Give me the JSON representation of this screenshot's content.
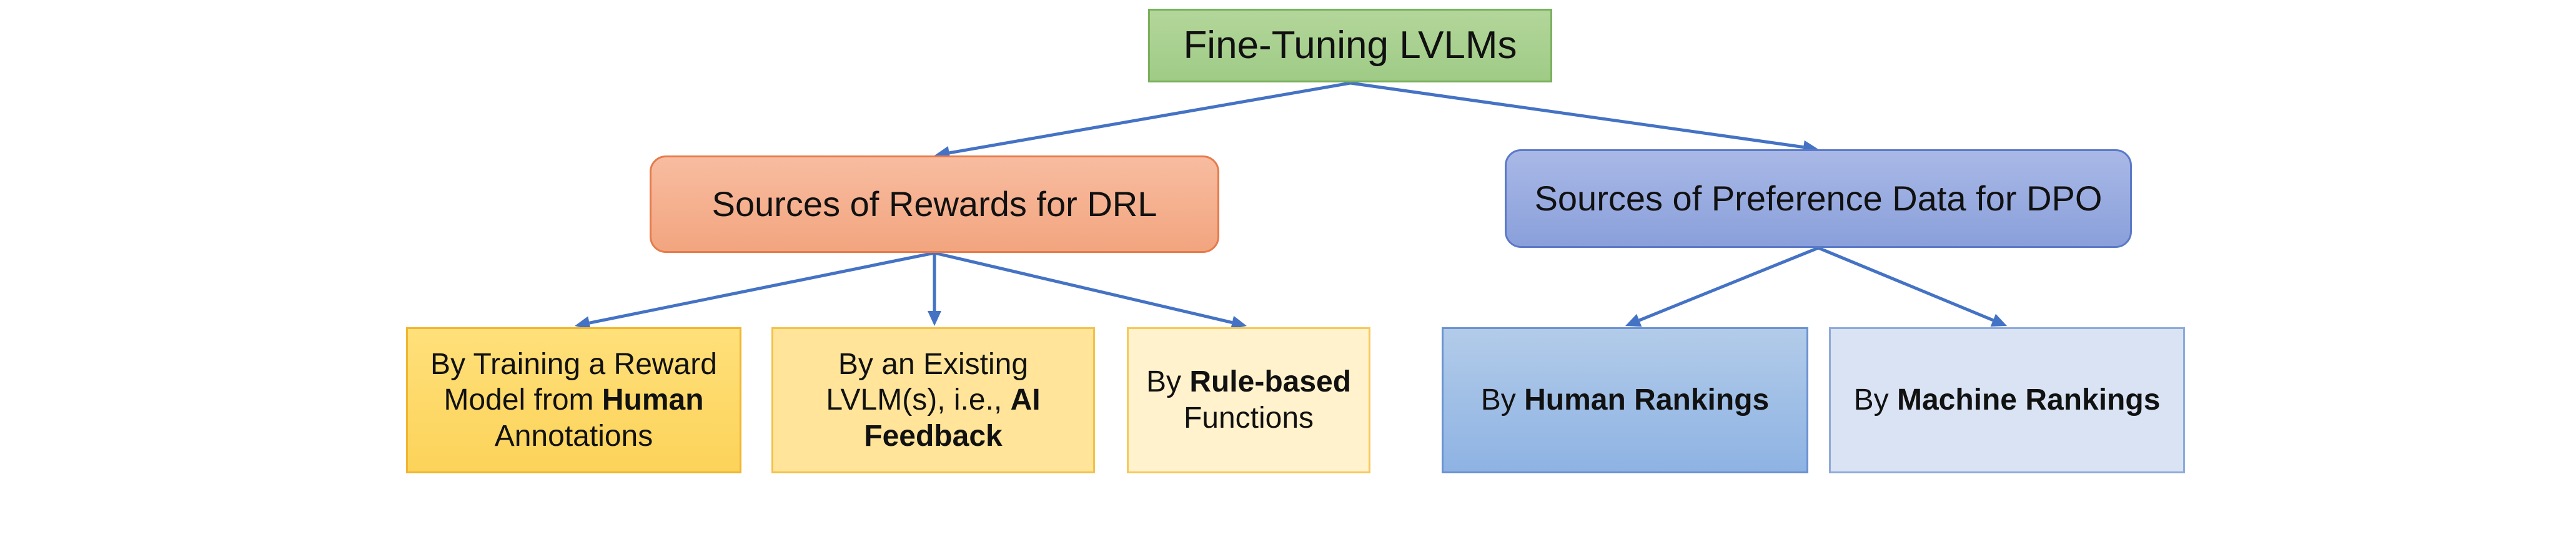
{
  "diagram": {
    "root": {
      "label": "Fine-Tuning LVLMs"
    },
    "rewards_drl": {
      "label": "Sources of Rewards for DRL"
    },
    "preference_dpo": {
      "label": "Sources of Preference Data for DPO"
    },
    "human_annotations": {
      "line1": "By Training a Reward",
      "line2_pre": "Model from ",
      "line2_bold": "Human",
      "line3": "Annotations"
    },
    "ai_feedback": {
      "line1": "By an Existing",
      "line2_pre": "LVLM(s), i.e., ",
      "line2_bold": "AI",
      "line3_bold": "Feedback"
    },
    "rule_based": {
      "pre": "By ",
      "bold": "Rule-based",
      "line2": "Functions"
    },
    "human_rankings": {
      "pre": "By ",
      "bold": "Human Rankings"
    },
    "machine_rankings": {
      "pre": "By ",
      "bold": "Machine Rankings"
    },
    "edge_color": "#4472c4"
  }
}
